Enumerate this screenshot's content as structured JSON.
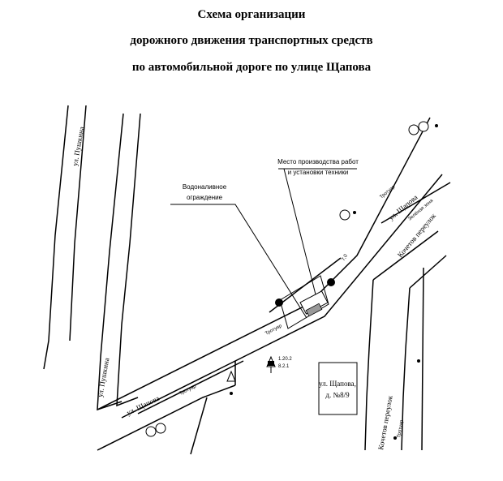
{
  "title": {
    "line1": "Схема организации",
    "line2": "дорожного движения транспортных средств",
    "line3": "по  автомобильной дороге по улице Щапова"
  },
  "streets": {
    "pushkina_top": "ул. Пушкина",
    "pushkina_bottom": "ул. Пушкина",
    "shchapova_upper": "ул. Щапова",
    "shchapova_lower": "ул. Щапова",
    "kochetov_upper": "Кочетов переулок",
    "kochetov_lower": "Кочетов переулок"
  },
  "labels": {
    "sidewalk_1": "Тротуар",
    "sidewalk_2": "Тротуар",
    "sidewalk_3": "Тротуар",
    "sidewalk_4": "Тротуар",
    "green_zone": "Зелёная зона",
    "work_site_line1": "Место производства работ",
    "work_site_line2": "и установки техники",
    "barrier_line1": "Водоналивное",
    "barrier_line2": "ограждение",
    "sign_codes_1": "1.20.2",
    "sign_codes_2": "8.2.1",
    "width_mark": "7,0"
  },
  "building": {
    "line1": "ул. Щапова,",
    "line2": "д. №8/9"
  }
}
